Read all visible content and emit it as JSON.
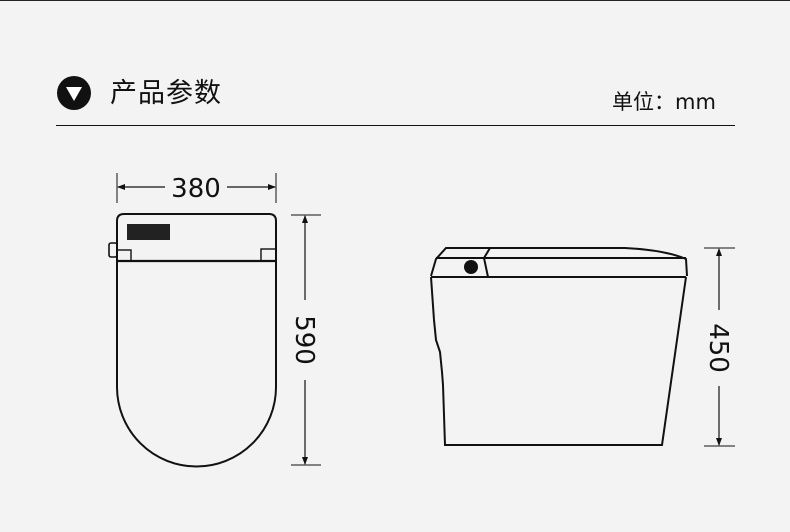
{
  "header": {
    "title": "产品参数",
    "unit_label": "单位：mm",
    "icon": "triangle-down-circle-icon"
  },
  "diagram": {
    "top_view": {
      "width_label": "380",
      "length_label": "590"
    },
    "side_view": {
      "height_label": "450"
    }
  },
  "colors": {
    "background": "#f3f3f3",
    "line": "#111111"
  }
}
